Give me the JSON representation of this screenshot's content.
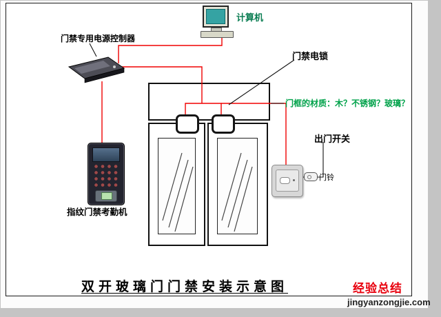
{
  "diagram": {
    "title": "双开玻璃门门禁安装示意图",
    "labels": {
      "computer": "计算机",
      "power_controller": "门禁专用电源控制器",
      "electric_lock": "门禁电锁",
      "frame_material": "门框的材质：木？不锈钢？玻璃？",
      "exit_switch": "出门开关",
      "doorbell": "门铃",
      "fingerprint_reader": "指纹门禁考勤机"
    },
    "colors": {
      "wire": "#ff0000",
      "frame_material_text": "#00a24a",
      "computer_text": "#0a7d52",
      "monitor_screen": "#35a3a3",
      "watermark": "#e8000d"
    }
  },
  "watermark": {
    "title": "经验总结",
    "site": "jingyanzongjie.com"
  }
}
